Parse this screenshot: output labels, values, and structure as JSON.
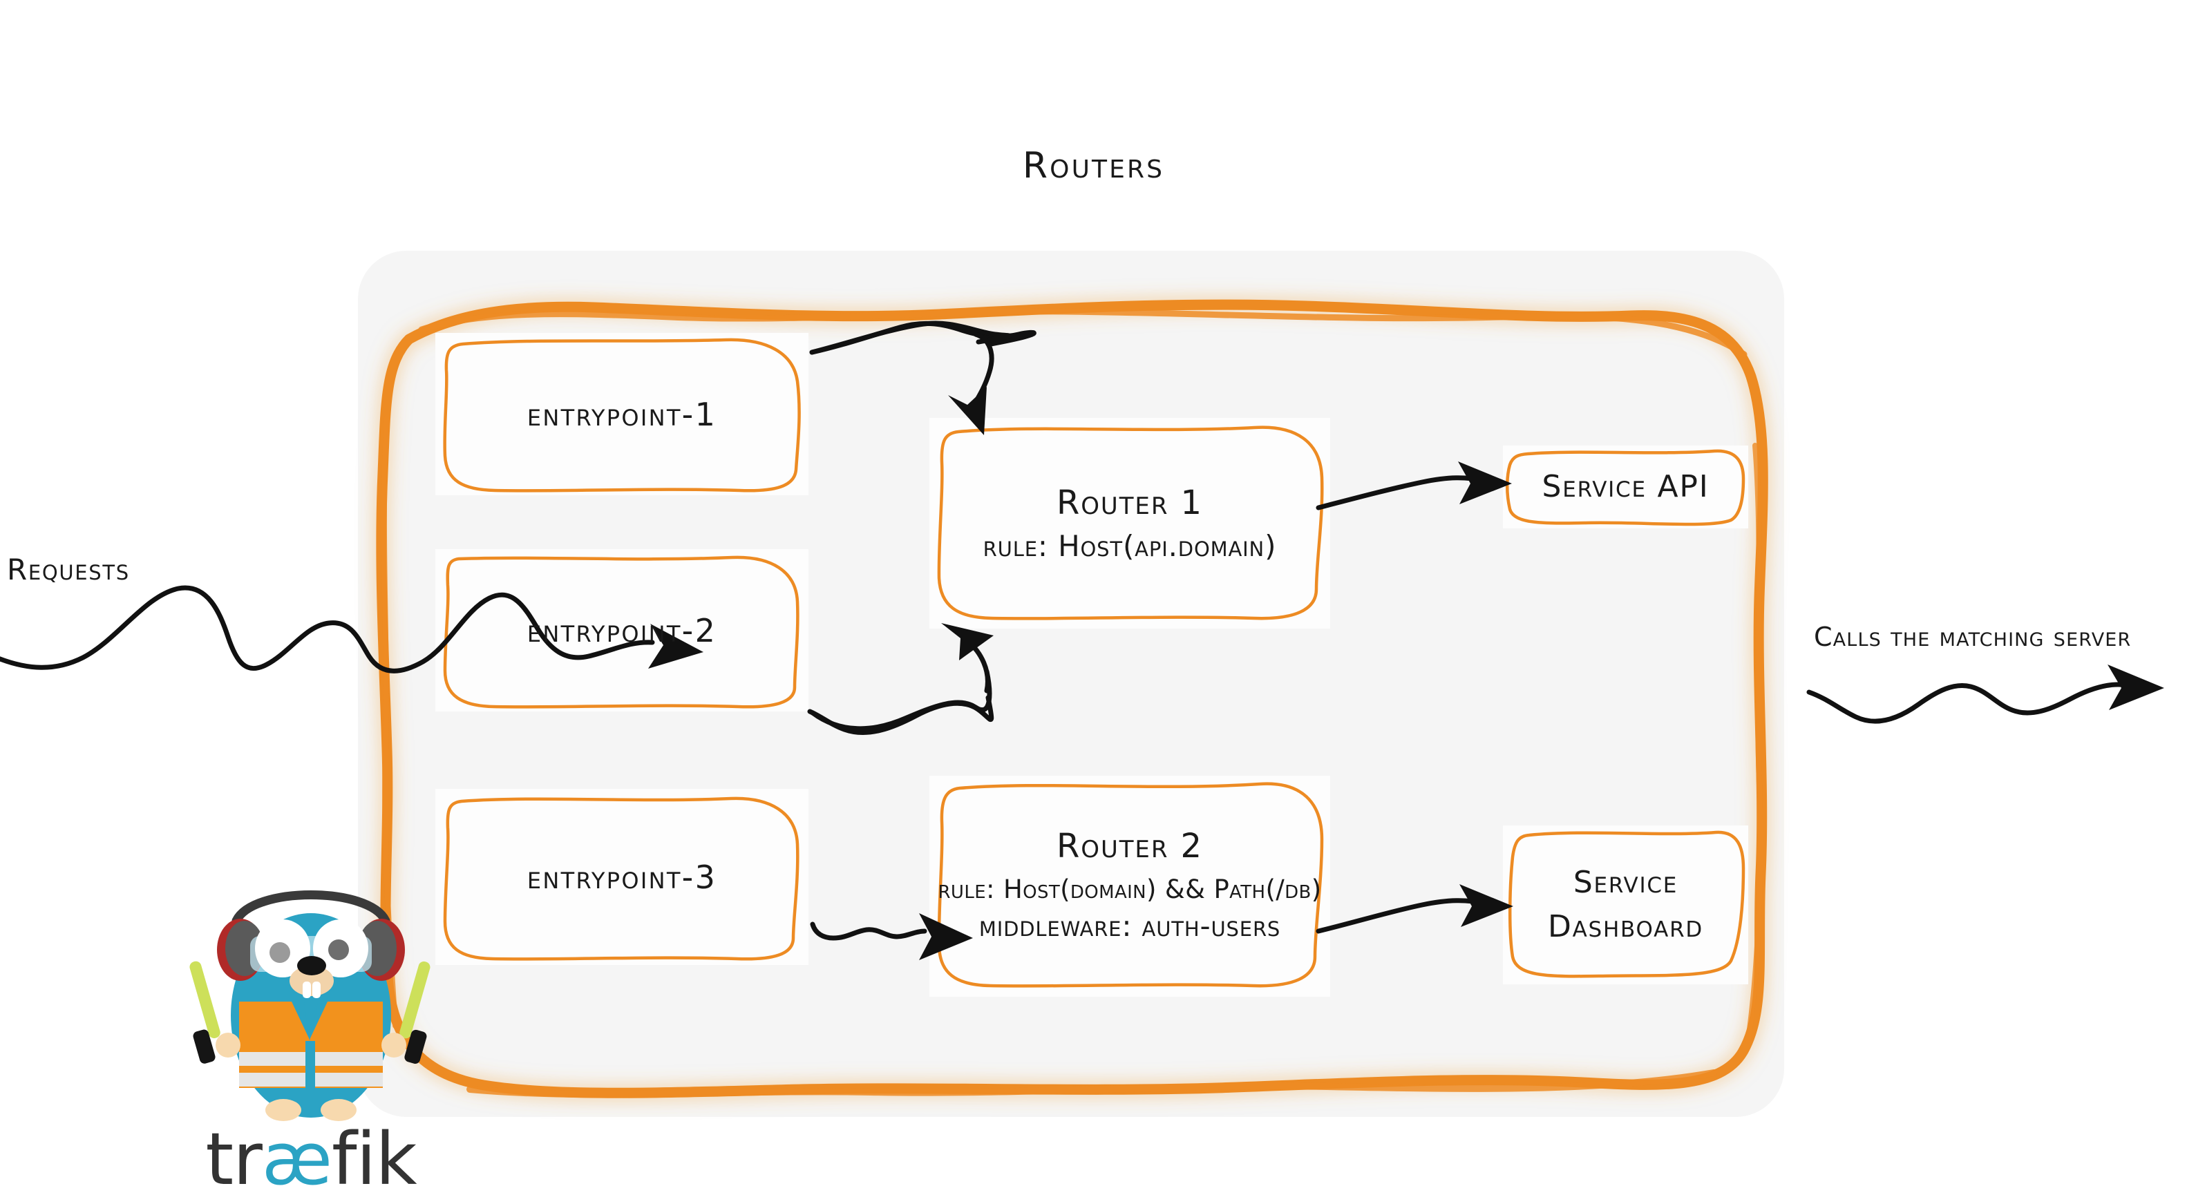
{
  "diagram": {
    "title": "Routers",
    "domain": "traefik-routing-architecture"
  },
  "labels": {
    "requests": "Requests",
    "calls_server": "Calls the matching server"
  },
  "entrypoints": [
    {
      "id": "entrypoint-1",
      "label": "entrypoint-1"
    },
    {
      "id": "entrypoint-2",
      "label": "entrypoint-2"
    },
    {
      "id": "entrypoint-3",
      "label": "entrypoint-3"
    }
  ],
  "routers": [
    {
      "id": "router-1",
      "title": "Router 1",
      "rule": "rule: Host(api.domain)",
      "middleware": ""
    },
    {
      "id": "router-2",
      "title": "Router 2",
      "rule": "rule: Host(domain) && Path(/db)",
      "middleware": "middleware: auth-users"
    }
  ],
  "services": [
    {
      "id": "service-api",
      "line1": "Service API",
      "line2": ""
    },
    {
      "id": "service-dashboard",
      "line1": "Service",
      "line2": "Dashboard"
    }
  ],
  "brand": {
    "name_prefix": "tr",
    "name_ligature": "æ",
    "name_suffix": "fik",
    "mascot": "gopher-traffic-marshal"
  },
  "colors": {
    "accent_orange": "#ED8B23",
    "panel_fill": "#F5F5F5",
    "node_fill": "#FDFDFD",
    "ink": "#1A1A1A",
    "brand_cyan": "#2BA3C4",
    "brand_dark": "#333333",
    "vest_orange": "#F2921D",
    "wand_green": "#CDE05A"
  }
}
